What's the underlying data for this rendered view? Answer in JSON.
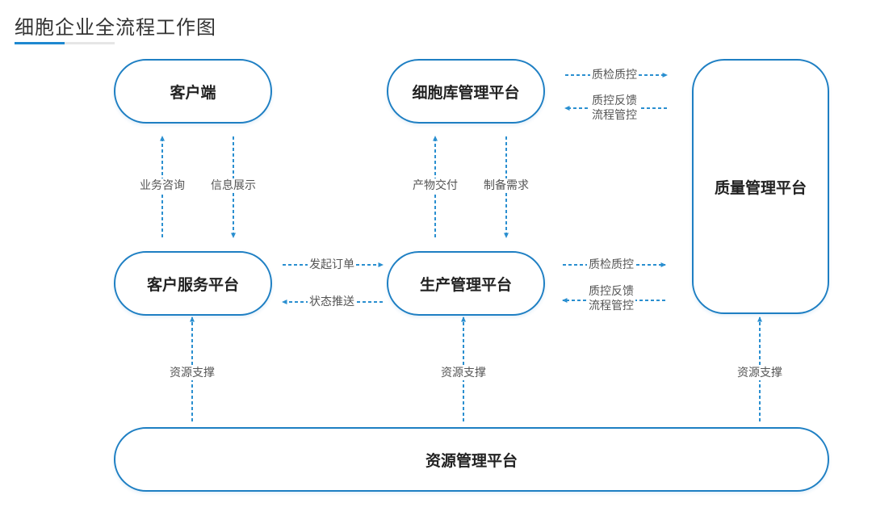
{
  "title": "细胞企业全流程工作图",
  "colors": {
    "accent": "#1e88d0",
    "border": "#1e7fc3",
    "arrow": "#2a8fd0"
  },
  "boxes": {
    "client": "客户端",
    "cell_bank": "细胞库管理平台",
    "quality": "质量管理平台",
    "customer_service": "客户服务平台",
    "production": "生产管理平台",
    "resource": "资源管理平台"
  },
  "labels": {
    "business_consult": "业务咨询",
    "info_display": "信息展示",
    "product_delivery": "产物交付",
    "prep_demand": "制备需求",
    "initiate_order": "发起订单",
    "status_push": "状态推送",
    "qc_top": "质检质控",
    "feedback_top_1": "质控反馈",
    "feedback_top_2": "流程管控",
    "qc_mid": "质检质控",
    "feedback_mid_1": "质控反馈",
    "feedback_mid_2": "流程管控",
    "resource_support_left": "资源支撑",
    "resource_support_mid": "资源支撑",
    "resource_support_right": "资源支撑"
  }
}
